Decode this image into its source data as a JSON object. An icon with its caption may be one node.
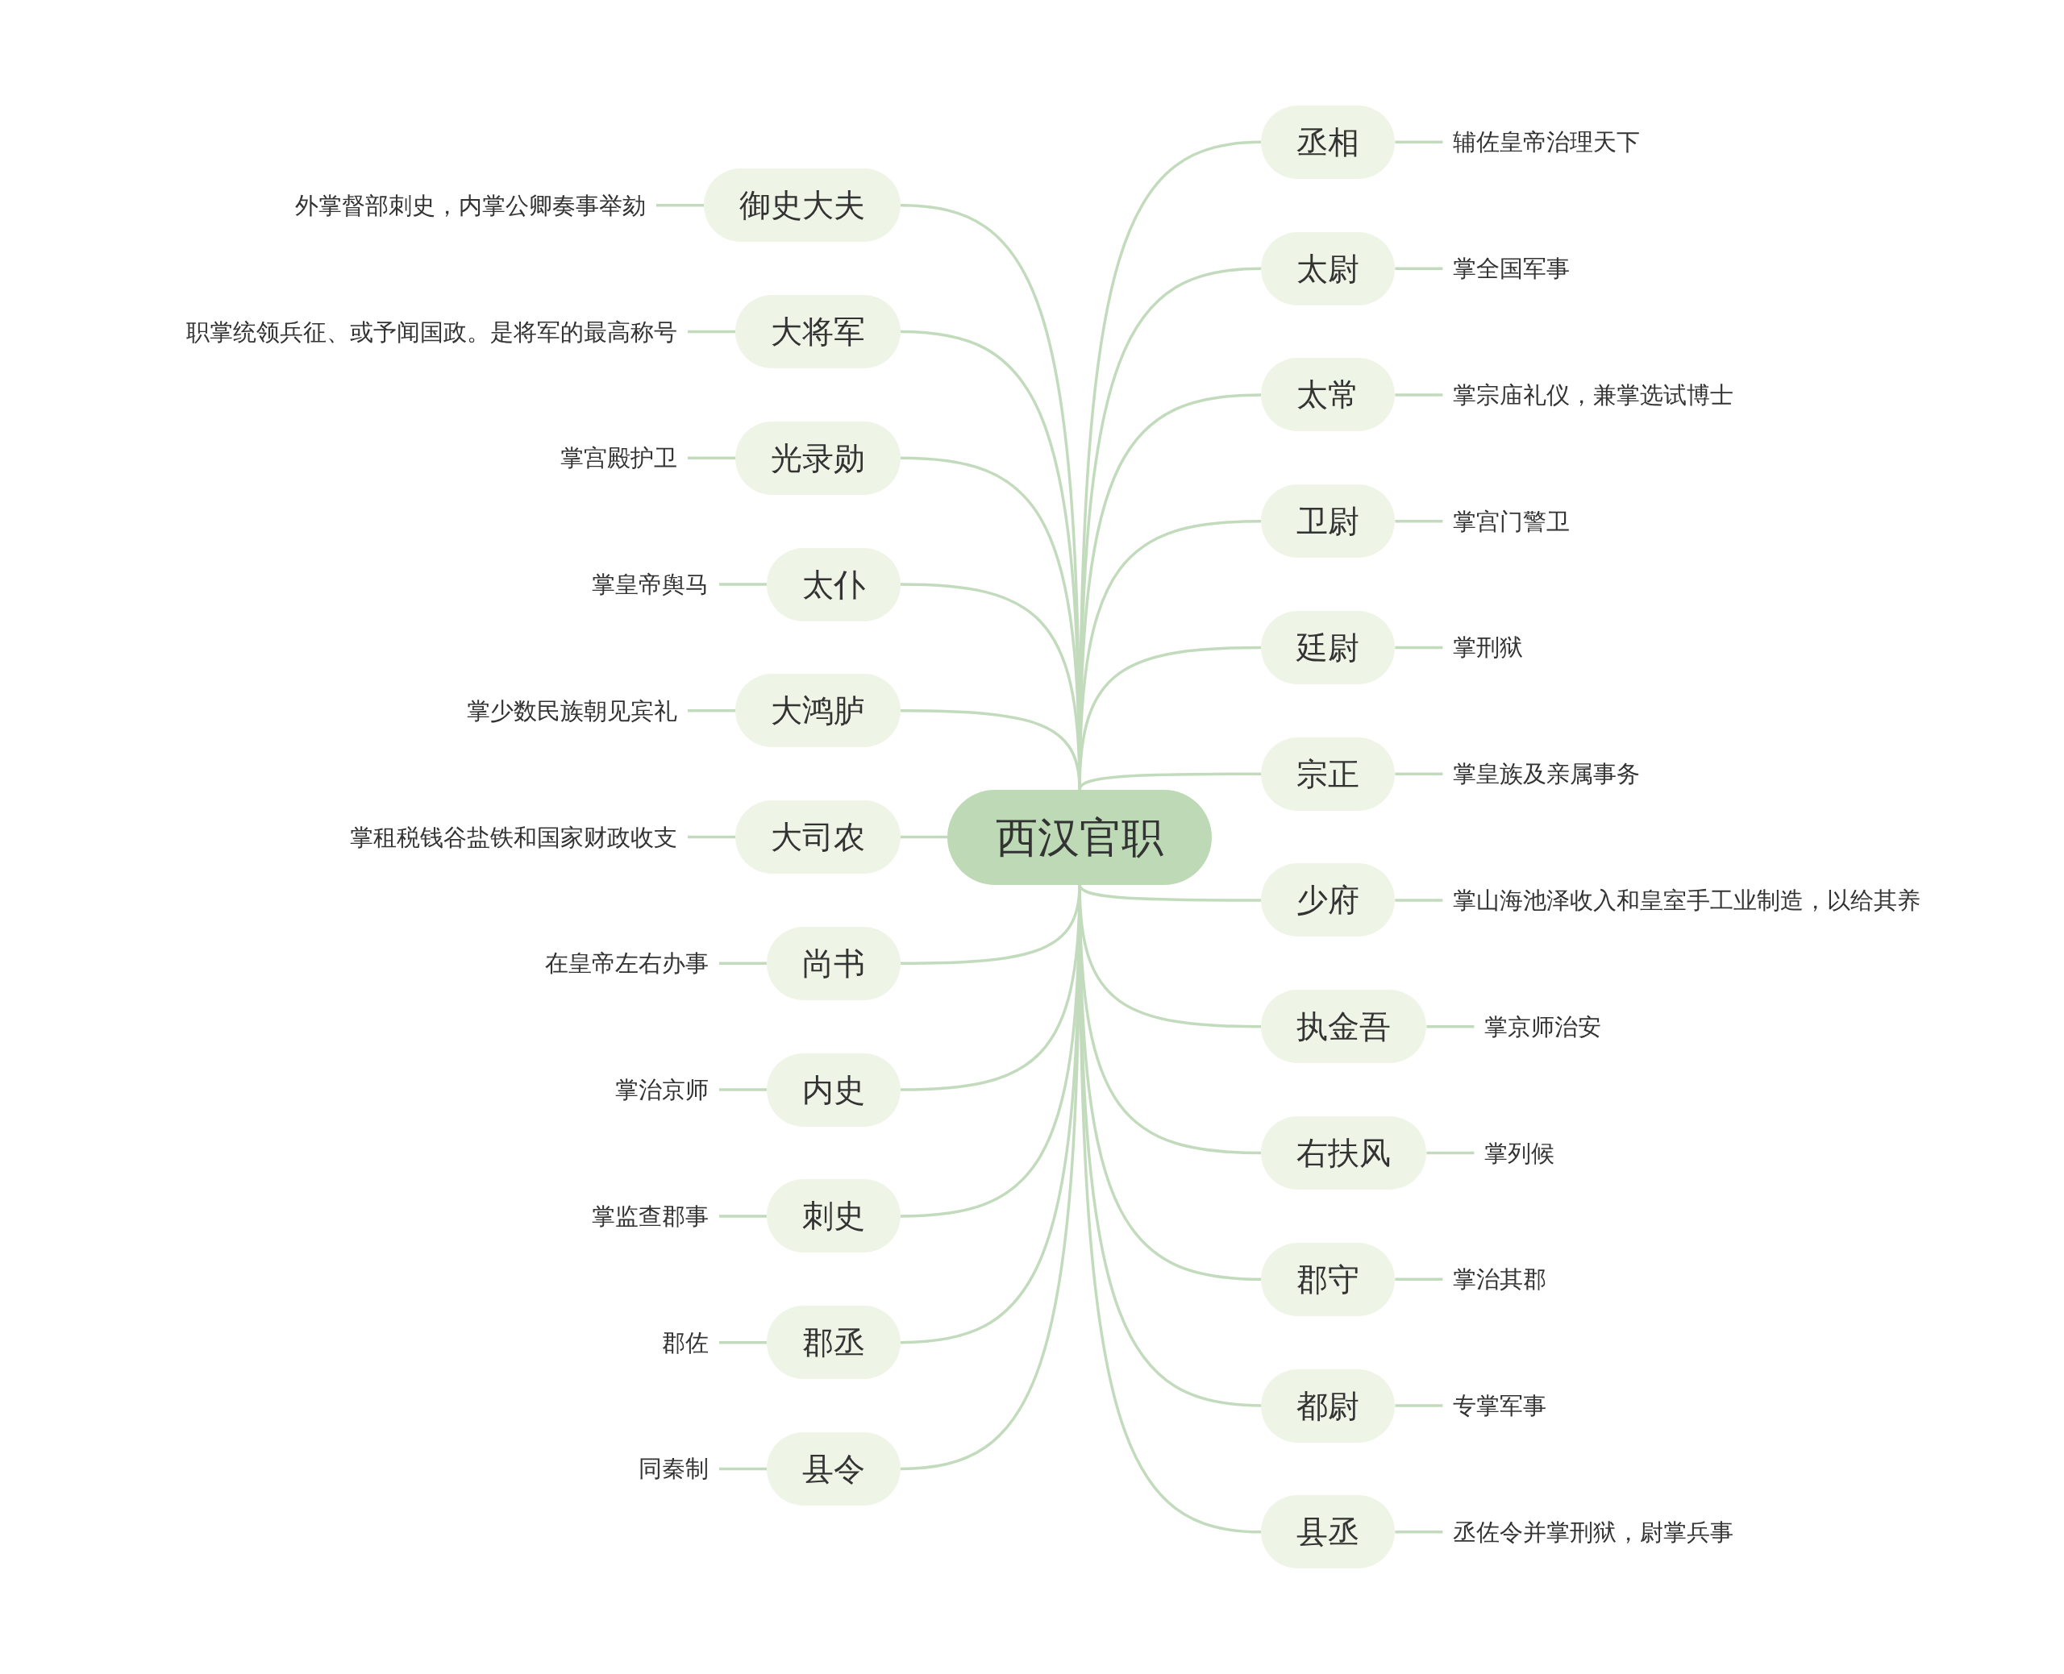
{
  "diagram": {
    "nodes": [
      {
        "text": [
          "西汉官职"
        ]
      },
      {
        "text": [
          "御史大夫"
        ]
      },
      {
        "text": [
          "外掌督部刺史，内掌公卿奏事举劾"
        ]
      },
      {
        "text": [
          "大将军"
        ]
      },
      {
        "text": [
          "职掌统领兵征、或予闻国政。是将军的最高称号"
        ]
      },
      {
        "text": [
          "光录勋"
        ]
      },
      {
        "text": [
          "掌宫殿护卫"
        ]
      },
      {
        "text": [
          "太仆"
        ]
      },
      {
        "text": [
          "掌皇帝舆马"
        ]
      },
      {
        "text": [
          "大鸿胪"
        ]
      },
      {
        "text": [
          "掌少数民族朝见宾礼"
        ]
      },
      {
        "text": [
          "大司农"
        ]
      },
      {
        "text": [
          "掌租税钱谷盐铁和国家财政收支"
        ]
      },
      {
        "text": [
          "尚书"
        ]
      },
      {
        "text": [
          "在皇帝左右办事"
        ]
      },
      {
        "text": [
          "内史"
        ]
      },
      {
        "text": [
          "掌治京师"
        ]
      },
      {
        "text": [
          "刺史"
        ]
      },
      {
        "text": [
          "掌监查郡事"
        ]
      },
      {
        "text": [
          "郡丞"
        ]
      },
      {
        "text": [
          "郡佐"
        ]
      },
      {
        "text": [
          "县令"
        ]
      },
      {
        "text": [
          "同秦制"
        ]
      },
      {
        "text": [
          "丞相"
        ]
      },
      {
        "text": [
          "辅佐皇帝治理天下"
        ]
      },
      {
        "text": [
          "太尉"
        ]
      },
      {
        "text": [
          "掌全国军事"
        ]
      },
      {
        "text": [
          "太常"
        ]
      },
      {
        "text": [
          "掌宗庙礼仪，兼掌选试博士"
        ]
      },
      {
        "text": [
          "卫尉"
        ]
      },
      {
        "text": [
          "掌宫门警卫"
        ]
      },
      {
        "text": [
          "廷尉"
        ]
      },
      {
        "text": [
          "掌刑狱"
        ]
      },
      {
        "text": [
          "宗正"
        ]
      },
      {
        "text": [
          "掌皇族及亲属事务"
        ]
      },
      {
        "text": [
          "少府"
        ]
      },
      {
        "text": [
          "掌山海池泽收入和皇室手工业制造，以给其养"
        ]
      },
      {
        "text": [
          "执金吾"
        ]
      },
      {
        "text": [
          "掌京师治安"
        ]
      },
      {
        "text": [
          "右扶风"
        ]
      },
      {
        "text": [
          "掌列候"
        ]
      },
      {
        "text": [
          "郡守"
        ]
      },
      {
        "text": [
          "掌治其郡"
        ]
      },
      {
        "text": [
          "都尉"
        ]
      },
      {
        "text": [
          "专掌军事"
        ]
      },
      {
        "text": [
          "县丞"
        ]
      },
      {
        "text": [
          "丞佐令并掌刑狱，尉掌兵事"
        ]
      }
    ],
    "edges": [
      {
        "from": 0,
        "to": 1,
        "arrow": "none"
      },
      {
        "from": 1,
        "to": 2,
        "arrow": "none"
      },
      {
        "from": 0,
        "to": 3,
        "arrow": "none"
      },
      {
        "from": 3,
        "to": 4,
        "arrow": "none"
      },
      {
        "from": 0,
        "to": 5,
        "arrow": "none"
      },
      {
        "from": 5,
        "to": 6,
        "arrow": "none"
      },
      {
        "from": 0,
        "to": 7,
        "arrow": "none"
      },
      {
        "from": 7,
        "to": 8,
        "arrow": "none"
      },
      {
        "from": 0,
        "to": 9,
        "arrow": "none"
      },
      {
        "from": 9,
        "to": 10,
        "arrow": "none"
      },
      {
        "from": 0,
        "to": 11,
        "arrow": "none"
      },
      {
        "from": 11,
        "to": 12,
        "arrow": "none"
      },
      {
        "from": 0,
        "to": 13,
        "arrow": "none"
      },
      {
        "from": 13,
        "to": 14,
        "arrow": "none"
      },
      {
        "from": 0,
        "to": 15,
        "arrow": "none"
      },
      {
        "from": 15,
        "to": 16,
        "arrow": "none"
      },
      {
        "from": 0,
        "to": 17,
        "arrow": "none"
      },
      {
        "from": 17,
        "to": 18,
        "arrow": "none"
      },
      {
        "from": 0,
        "to": 19,
        "arrow": "none"
      },
      {
        "from": 19,
        "to": 20,
        "arrow": "none"
      },
      {
        "from": 0,
        "to": 21,
        "arrow": "none"
      },
      {
        "from": 21,
        "to": 22,
        "arrow": "none"
      },
      {
        "from": 0,
        "to": 23,
        "arrow": "none"
      },
      {
        "from": 23,
        "to": 24,
        "arrow": "none"
      },
      {
        "from": 0,
        "to": 25,
        "arrow": "none"
      },
      {
        "from": 25,
        "to": 26,
        "arrow": "none"
      },
      {
        "from": 0,
        "to": 27,
        "arrow": "none"
      },
      {
        "from": 27,
        "to": 28,
        "arrow": "none"
      },
      {
        "from": 0,
        "to": 29,
        "arrow": "none"
      },
      {
        "from": 29,
        "to": 30,
        "arrow": "none"
      },
      {
        "from": 0,
        "to": 31,
        "arrow": "none"
      },
      {
        "from": 31,
        "to": 32,
        "arrow": "none"
      },
      {
        "from": 0,
        "to": 33,
        "arrow": "none"
      },
      {
        "from": 33,
        "to": 34,
        "arrow": "none"
      },
      {
        "from": 0,
        "to": 35,
        "arrow": "none"
      },
      {
        "from": 35,
        "to": 36,
        "arrow": "none"
      },
      {
        "from": 0,
        "to": 37,
        "arrow": "none"
      },
      {
        "from": 37,
        "to": 38,
        "arrow": "none"
      },
      {
        "from": 0,
        "to": 39,
        "arrow": "none"
      },
      {
        "from": 39,
        "to": 40,
        "arrow": "none"
      },
      {
        "from": 0,
        "to": 41,
        "arrow": "none"
      },
      {
        "from": 41,
        "to": 42,
        "arrow": "none"
      },
      {
        "from": 0,
        "to": 43,
        "arrow": "none"
      },
      {
        "from": 43,
        "to": 44,
        "arrow": "none"
      },
      {
        "from": 0,
        "to": 45,
        "arrow": "none"
      },
      {
        "from": 45,
        "to": 46,
        "arrow": "none"
      }
    ]
  }
}
